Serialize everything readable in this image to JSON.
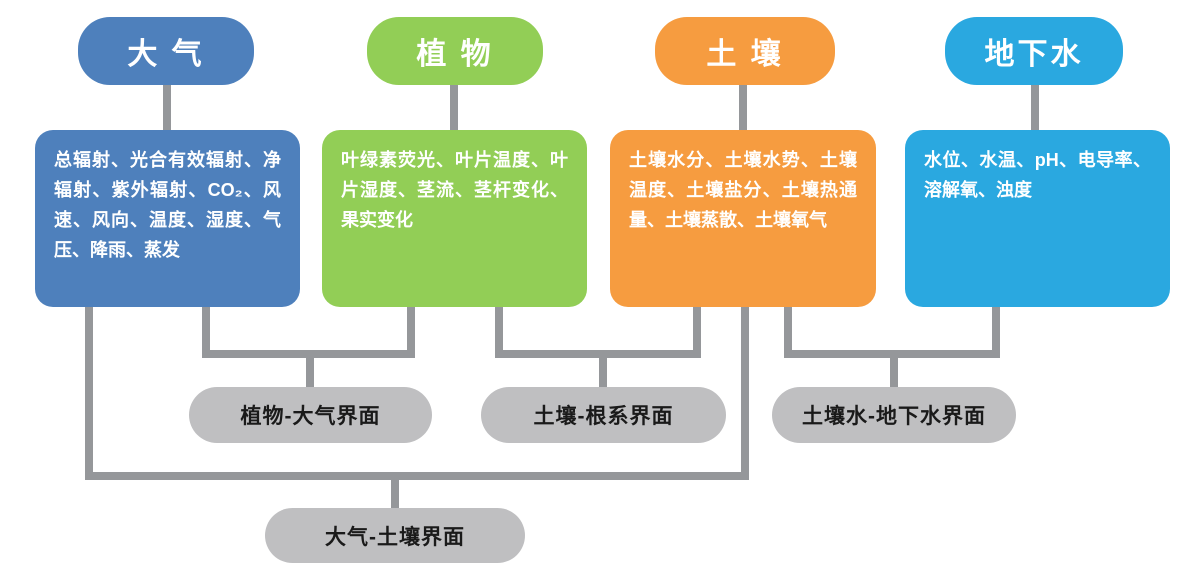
{
  "diagram": {
    "title_hint": "environmental monitoring elements and interfaces",
    "columns": [
      {
        "id": "atmosphere",
        "title": "大 气",
        "color": "#4e80bc",
        "params": "总辐射、光合有效辐射、净辐射、紫外辐射、CO₂、风速、风向、温度、湿度、气压、降雨、蒸发"
      },
      {
        "id": "plant",
        "title": "植 物",
        "color": "#92ce56",
        "params": "叶绿素荧光、叶片温度、叶片湿度、茎流、茎杆变化、果实变化"
      },
      {
        "id": "soil",
        "title": "土 壤",
        "color": "#f69c40",
        "params": "土壤水分、土壤水势、土壤温度、土壤盐分、土壤热通量、土壤蒸散、土壤氧气"
      },
      {
        "id": "groundwater",
        "title": "地下水",
        "color": "#2aa8e0",
        "params": "水位、水温、pH、电导率、溶解氧、浊度"
      }
    ],
    "interfaces": [
      {
        "id": "plant-atmosphere",
        "label": "植物-大气界面"
      },
      {
        "id": "soil-root",
        "label": "土壤-根系界面"
      },
      {
        "id": "soilwater-groundwater",
        "label": "土壤水-地下水界面"
      },
      {
        "id": "atmosphere-soil",
        "label": "大气-土壤界面"
      }
    ],
    "colors": {
      "line": "#95979a",
      "capsule_bg": "#bfbfc1",
      "capsule_text": "#1a1a1a",
      "text_on_color": "#ffffff"
    }
  }
}
